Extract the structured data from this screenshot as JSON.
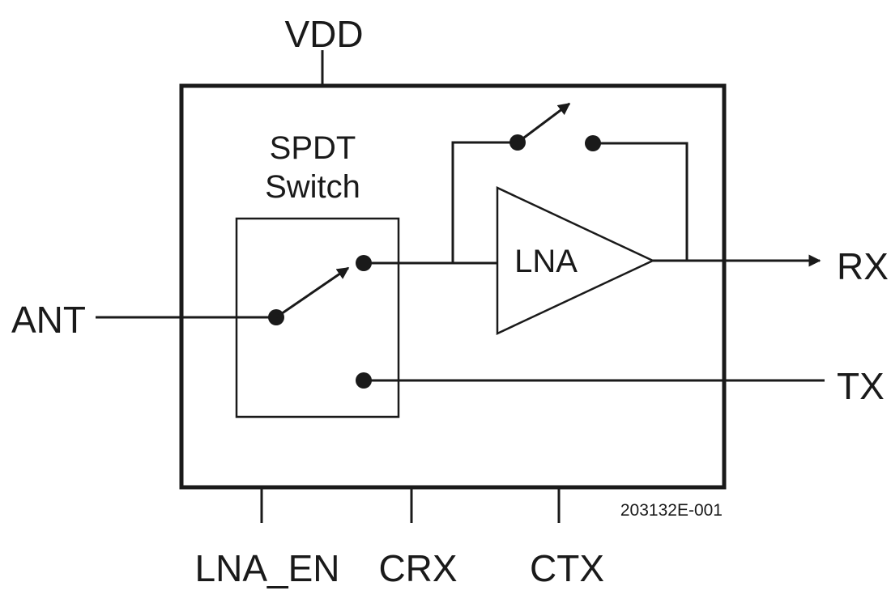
{
  "pins": {
    "vdd": "VDD",
    "ant": "ANT",
    "rx": "RX",
    "tx": "TX",
    "lna_en": "LNA_EN",
    "crx": "CRX",
    "ctx": "CTX"
  },
  "blocks": {
    "switch_line1": "SPDT",
    "switch_line2": "Switch",
    "amplifier": "LNA"
  },
  "part_number": "203132E-001",
  "colors": {
    "line": "#1a1a1a",
    "background": "#ffffff"
  }
}
